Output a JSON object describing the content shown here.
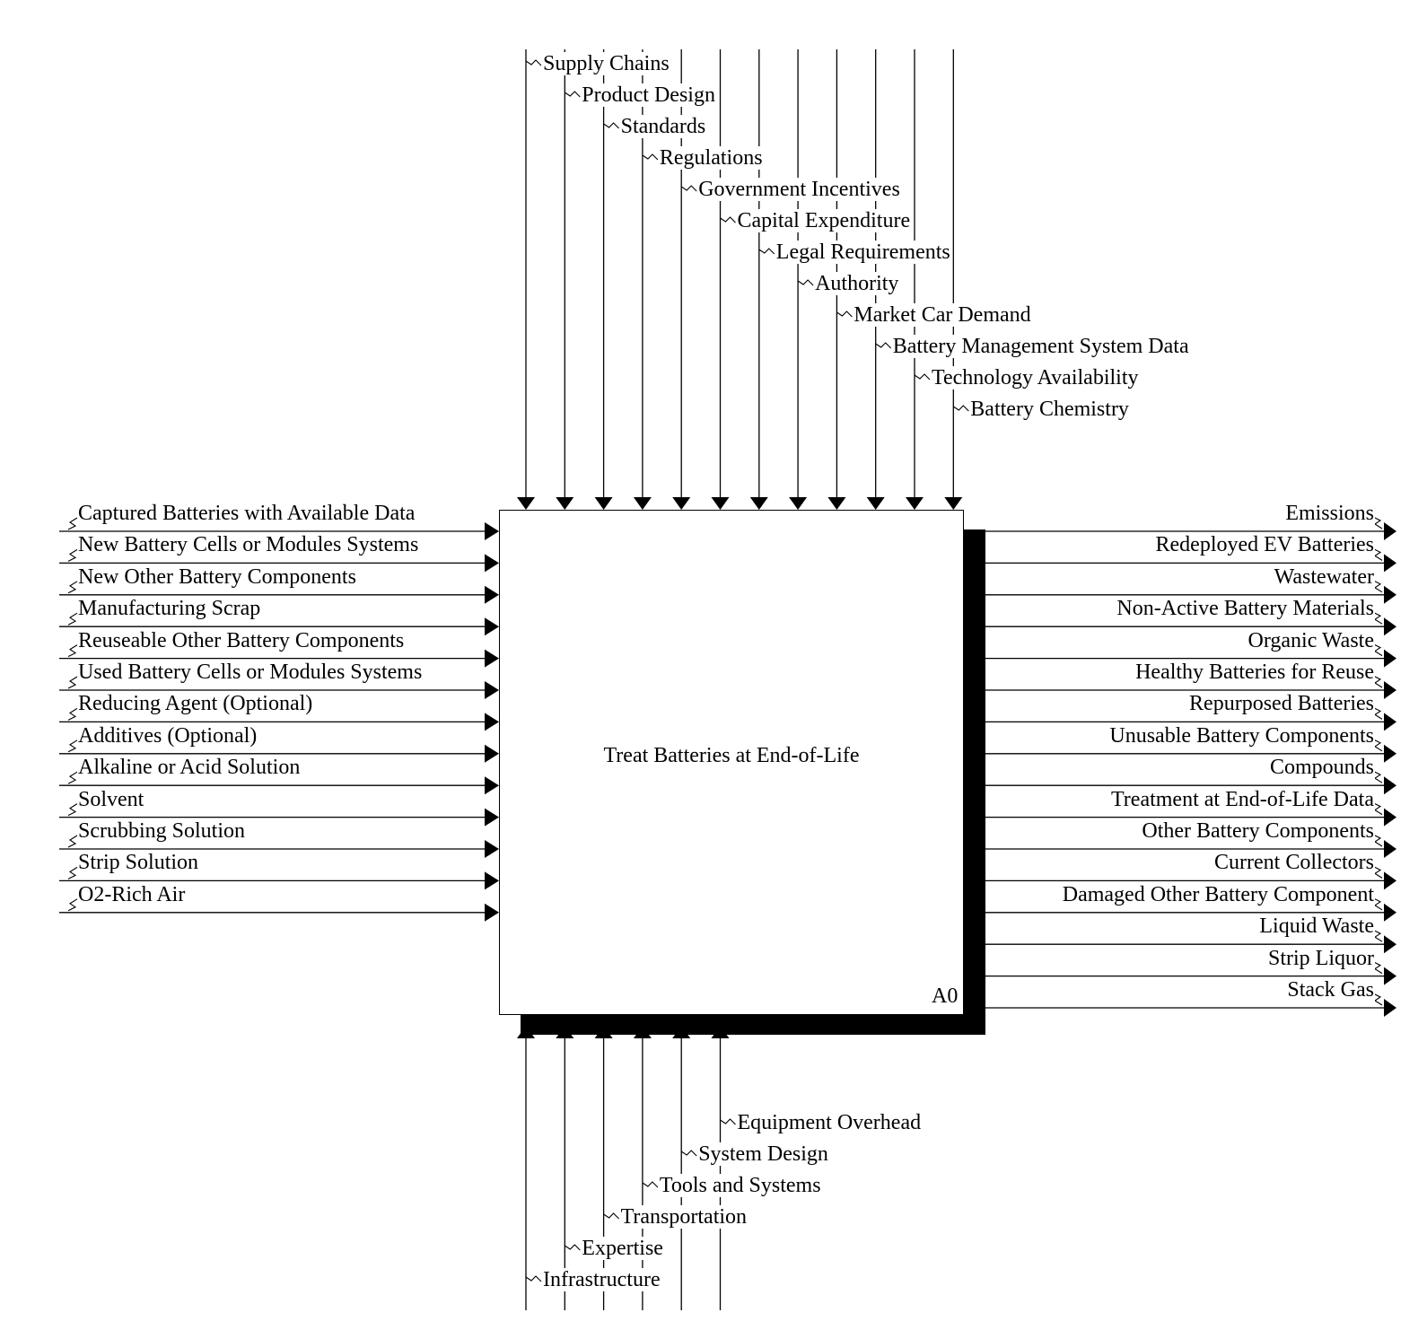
{
  "activity": {
    "title": "Treat Batteries at End-of-Life",
    "node_id": "A0"
  },
  "controls": [
    "Supply Chains",
    "Product Design",
    "Standards",
    "Regulations",
    "Government Incentives",
    "Capital Expenditure",
    "Legal Requirements",
    "Authority",
    "Market Car Demand",
    "Battery Management System Data",
    "Technology Availability",
    "Battery Chemistry"
  ],
  "inputs": [
    "Captured Batteries with Available Data",
    "New Battery Cells or Modules Systems",
    "New Other Battery Components",
    "Manufacturing Scrap",
    "Reuseable Other Battery Components",
    "Used Battery Cells or Modules Systems",
    "Reducing Agent (Optional)",
    "Additives (Optional)",
    "Alkaline or Acid Solution",
    "Solvent",
    "Scrubbing Solution",
    "Strip Solution",
    "O2-Rich Air"
  ],
  "outputs": [
    "Emissions",
    "Redeployed EV Batteries",
    "Wastewater",
    "Non-Active Battery Materials",
    "Organic Waste",
    "Healthy Batteries for Reuse",
    "Repurposed Batteries",
    "Unusable Battery Components",
    "Compounds",
    "Treatment at End-of-Life Data",
    "Other Battery Components",
    "Current Collectors",
    "Damaged Other Battery Component",
    "Liquid Waste",
    "Strip Liquor",
    "Stack Gas"
  ],
  "mechanisms": [
    "Infrastructure",
    "Expertise",
    "Transportation",
    "Tools and Systems",
    "System Design",
    "Equipment Overhead"
  ]
}
